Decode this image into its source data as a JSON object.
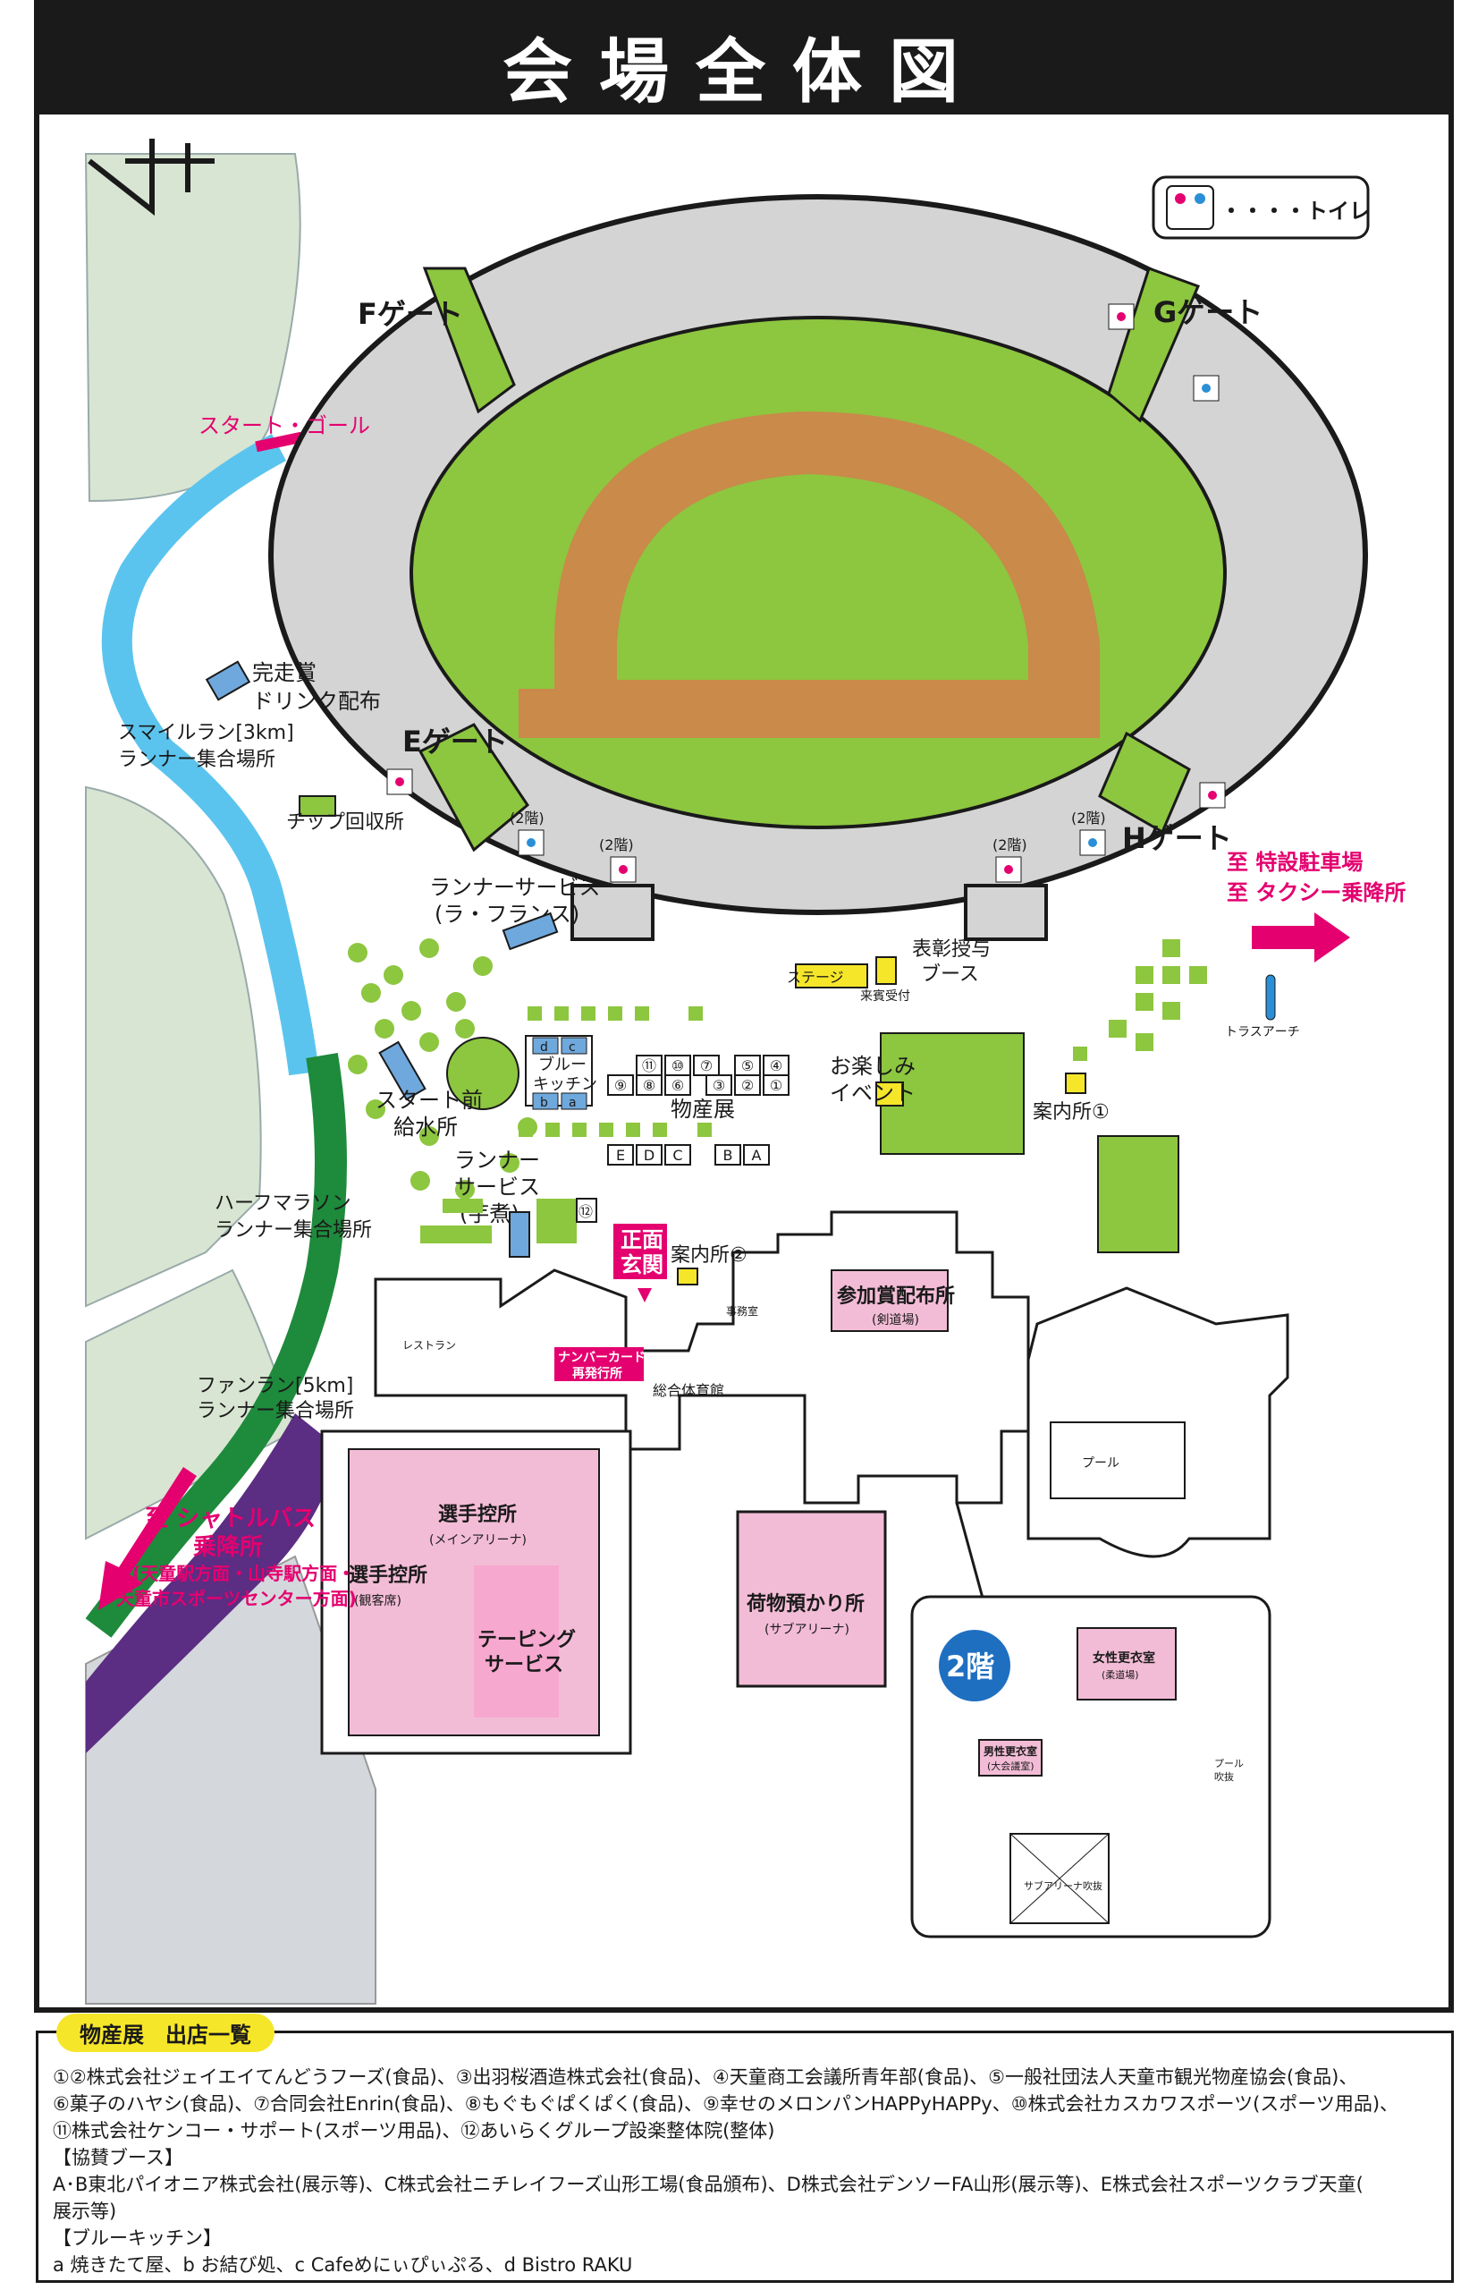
{
  "title": "会場全体図",
  "legend": {
    "toilet": "・・・・トイレ"
  },
  "gates": {
    "f": "Fゲート",
    "g": "Gゲート",
    "e": "Eゲート",
    "h": "Hゲート"
  },
  "labels": {
    "start_goal": "スタート・ゴール",
    "finish_drink_1": "完走賞",
    "finish_drink_2": "ドリンク配布",
    "smile_run_1": "スマイルラン[3km]",
    "smile_run_2": "ランナー集合場所",
    "chip": "チップ回収所",
    "floor2": "(2階)",
    "runner_service_1": "ランナーサービス",
    "runner_service_2": "(ラ・フランス)",
    "award_1": "表彰授与",
    "award_2": "ブース",
    "stage": "ステージ",
    "reception": "来賓受付",
    "to_parking": "至 特設駐車場",
    "to_taxi": "至 タクシー乗降所",
    "truss_arch": "トラスアーチ",
    "start_water_1": "スタート前",
    "start_water_2": "給水所",
    "blue_kitchen_1": "ブルー",
    "blue_kitchen_2": "キッチン",
    "fun_event_1": "お楽しみ",
    "fun_event_2": "イベント",
    "info1": "案内所①",
    "info2": "案内所②",
    "bussan": "物産展",
    "runner_imoni_1": "ランナー",
    "runner_imoni_2": "サービス",
    "runner_imoni_3": "(芋煮)",
    "half_1": "ハーフマラソン",
    "half_2": "ランナー集合場所",
    "main_entrance_1": "正面",
    "main_entrance_2": "玄関",
    "number_card_1": "ナンバーカード",
    "number_card_2": "再発行所",
    "restaurant": "レストラン",
    "office": "事務室",
    "gym": "総合体育館",
    "prize_1": "参加賞配布所",
    "prize_2": "(剣道場)",
    "pool": "プール",
    "fun_run_1": "ファンラン[5km]",
    "fun_run_2": "ランナー集合場所",
    "shuttle_1": "至 シャトルバス",
    "shuttle_2": "乗降所",
    "shuttle_3": "(天童駅方面・山寺駅方面・",
    "shuttle_4": "天童市スポーツセンター方面)",
    "waiting_main_1": "選手控所",
    "waiting_main_2": "(メインアリーナ)",
    "waiting_seat_1": "選手控所",
    "waiting_seat_2": "(観客席)",
    "taping_1": "テーピング",
    "taping_2": "サービス",
    "baggage_1": "荷物預かり所",
    "baggage_2": "(サブアリーナ)",
    "second_floor": "2階",
    "women_locker_1": "女性更衣室",
    "women_locker_2": "(柔道場)",
    "men_locker_1": "男性更衣室",
    "men_locker_2": "(大会議室)",
    "pool_ss": "プール",
    "pool_ss2": "吹抜",
    "sub_arena_void": "サブアリーナ吹抜"
  },
  "booths_top": [
    "⑪",
    "⑩",
    "⑦",
    "⑤",
    "④"
  ],
  "booths_mid": [
    "⑨",
    "⑧",
    "⑥",
    "③",
    "②",
    "①"
  ],
  "booths_sponsor": [
    "E",
    "D",
    "C",
    "B",
    "A"
  ],
  "booth_12": "⑫",
  "kitchen_letters": [
    "d",
    "c",
    "b",
    "a"
  ],
  "list": {
    "header": "物産展　出店一覧",
    "line1": "①②株式会社ジェイエイてんどうフーズ(食品)、③出羽桜酒造株式会社(食品)、④天童商工会議所青年部(食品)、⑤一般社団法人天童市観光物産協会(食品)、",
    "line2": "⑥菓子のハヤシ(食品)、⑦合同会社Enrin(食品)、⑧もぐもぐぱくぱく(食品)、⑨幸せのメロンパンHAPPyHAPPy、⑩株式会社カスカワスポーツ(スポーツ用品)、",
    "line3": "⑪株式会社ケンコー・サポート(スポーツ用品)、⑫あいらくグループ設楽整体院(整体)",
    "line4": "【協賛ブース】",
    "line5": "A･B東北パイオニア株式会社(展示等)、C株式会社ニチレイフーズ山形工場(食品頒布)、D株式会社デンソーFA山形(展示等)、E株式会社スポーツクラブ天童(",
    "line6": "展示等)",
    "line7": "【ブルーキッチン】",
    "line8": "a 焼きたて屋、b お結び処、c Cafeめにぃぴぃぷる、d Bistro RAKU"
  },
  "colors": {
    "green": "#8dc63f",
    "track": "#c98a4a",
    "stand": "#d4d4d4",
    "river": "#5bc4ee",
    "half_course": "#1e8a3c",
    "fun_course": "#5b2d83",
    "magenta": "#e4006f",
    "pink_area": "#f3bcd6",
    "yellow": "#f6e62a",
    "blue_booth": "#6fa8dc",
    "park": "#d8e5d2"
  }
}
